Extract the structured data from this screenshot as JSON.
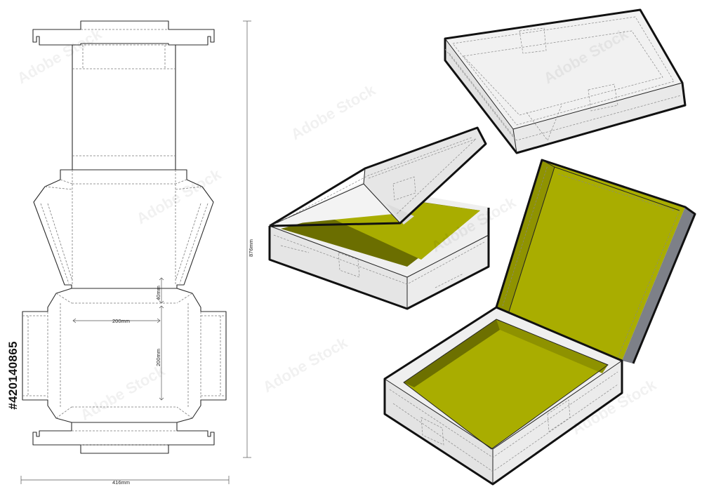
{
  "dimensions": {
    "width_top": "200mm",
    "flap_height": "40mm",
    "height_top": "200mm",
    "total_width": "416mm",
    "total_height": "876mm"
  },
  "stock_id": "#420140865",
  "colors": {
    "interior": "#a8ad00",
    "interior_dark": "#6d7000",
    "box_wall": "#e8e8e8",
    "box_light": "#f4f4f4",
    "outline": "#111111"
  },
  "views": [
    "dieline",
    "closed-box",
    "half-open-box",
    "open-box"
  ]
}
